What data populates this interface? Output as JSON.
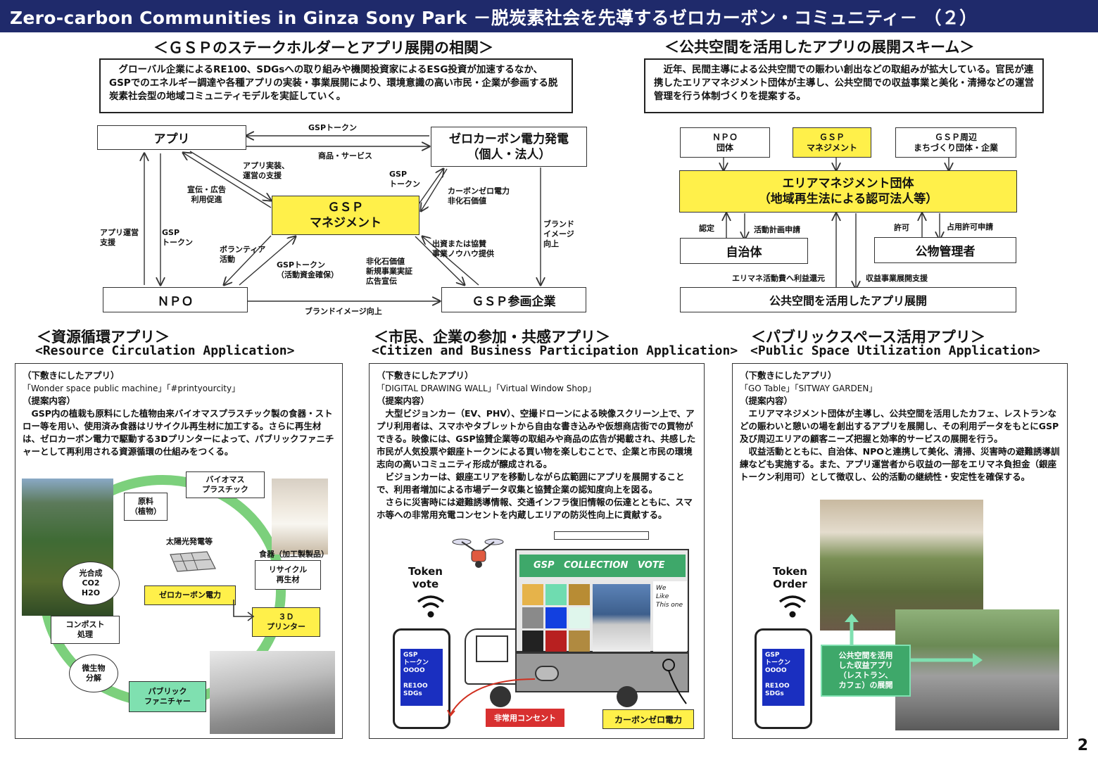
{
  "header": {
    "title": "Zero-carbon Communities in Ginza Sony  Park －脱炭素社会を先導するゼロカーボン・コミュニティ－ （２）"
  },
  "page_number": "2",
  "stakeholder": {
    "title": "＜ＧＳＰのステークホルダーとアプリ展開の相関＞",
    "desc": "グローバル企業によるRE100、SDGsへの取り組みや機関投資家によるESG投資が加速するなか、GSPでのエネルギー調達や各種アプリの実装・事業展開により、環境意識の高い市民・企業が参画する脱炭素社会型の地域コミュニティモデルを実証していく。",
    "nodes": {
      "app": "アプリ",
      "zero": "ゼロカーボン電力発電\n（個人・法人）",
      "gsp": "ＧＳＰ\nマネジメント",
      "npo": "ＮＰＯ",
      "corp": "ＧＳＰ参画企業"
    },
    "labels": {
      "gsp_token_top": "GSPトークン",
      "goods": "商品・サービス",
      "app_impl": "アプリ実装、\n運営の支援",
      "promo": "宣伝・広告\n利用促進",
      "gsp_token_mid": "GSP\nトークン",
      "carbon_zero": "カーボンゼロ電力\n非化石価値",
      "brand_up_r": "ブランド\nイメージ\n向上",
      "app_ops": "アプリ運営\n支援",
      "gsp_token_left": "GSP\nトークン",
      "volunteer": "ボランティア\n活動",
      "gsp_token_fund": "GSPトークン\n（活動資金確保）",
      "nonfossil": "非化石価値\n新規事業実証\n広告宣伝",
      "invest": "出資または協賛\n事業ノウハウ提供",
      "brand_up_b": "ブランドイメージ向上"
    }
  },
  "scheme": {
    "title": "＜公共空間を活用したアプリの展開スキーム＞",
    "desc": "近年、民間主導による公共空間での賑わい創出などの取組みが拡大している。官民が連携したエリアマネジメント団体が主導し、公共空間での収益事業と美化・清掃などの運営管理を行う体制づくりを提案する。",
    "top_boxes": [
      "ＮＰＯ\n団体",
      "ＧＳＰ\nマネジメント",
      "ＧＳＰ周辺\nまちづくり団体・企業"
    ],
    "area": "エリアマネジメント団体\n（地域再生法による認可法人等）",
    "jichitai": "自治体",
    "kobutsu": "公物管理者",
    "bottom": "公共空間を活用したアプリ展開",
    "labels": {
      "nintei": "認定",
      "katsudo": "活動計画申請",
      "kyoka": "許可",
      "senyo": "占用許可申請",
      "kangen": "エリマネ活動費へ利益還元",
      "shien": "収益事業展開支援"
    }
  },
  "resource": {
    "title": "＜資源循環アプリ＞",
    "subtitle": "<Resource Circulation Application>",
    "h1": "（下敷きにしたアプリ）",
    "apps": "「Wonder space public machine」「#printyourcity」",
    "h2": "（提案内容）",
    "body": "GSP内の植栽も原料にした植物由来バイオマスプラスチック製の食器・ストロー等を用い、使用済み食器はリサイクル再生材に加工する。さらに再生材は、ゼロカーボン電力で駆動する3Dプリンターによって、パブリックファニチャーとして再利用される資源循環の仕組みをつくる。",
    "cycle": {
      "biomass": "バイオマス\nプラスチック",
      "genryo": "原料\n（植物）",
      "solar": "太陽光発電等",
      "shokki": "食器（加工製製品）",
      "recycle": "リサイクル\n再生材",
      "kogosei": "光合成\nCO2\nH2O",
      "zero": "ゼロカーボン電力",
      "printer": "３Ｄ\nプリンター",
      "compost": "コンポスト\n処理",
      "bisei": "微生物\n分解",
      "furniture": "パブリック\nファニチャー"
    }
  },
  "citizen": {
    "title": "＜市民、企業の参加・共感アプリ＞",
    "subtitle": "<Citizen and Business Participation Application>",
    "h1": "（下敷きにしたアプリ）",
    "apps": "「DIGITAL DRAWING WALL」「Virtual Window Shop」",
    "h2": "（提案内容）",
    "p1": "大型ビジョンカー（EV、PHV）、空撮ドローンによる映像スクリーン上で、アプリ利用者は、スマホやタブレットから自由な書き込みや仮想商店街での買物ができる。映像には、GSP協賛企業等の取組みや商品の広告が掲載され、共感した市民が人気投票や銀座トークンによる買い物を楽しむことで、企業と市民の環境志向の高いコミュニティ形成が醸成される。",
    "p2": "ビジョンカーは、銀座エリアを移動しながら広範囲にアプリを展開することで、利用者増加による市場データ収集と協賛企業の認知度向上を図る。",
    "p3": "さらに災害時には避難誘導情報、交通インフラ復旧情報の伝達とともに、スマホ等への非常用充電コンセントを内蔵しエリアの防災性向上に貢献する。",
    "token": "Token\nvote",
    "screen": "GSP   COLLECTION   VOTE",
    "handwrite": "We\nLike\nThis one",
    "phone_text": "GSP\nトークン\nOOOO\n\nRE1OO\nSDGs",
    "outlet": "非常用コンセント",
    "carbon": "カーボンゼロ電力"
  },
  "public": {
    "title": "＜パブリックスペース活用アプリ＞",
    "subtitle": "<Public Space Utilization Application>",
    "h1": "（下敷きにしたアプリ）",
    "apps": "「GO Table」「SITWAY GARDEN」",
    "h2": "（提案内容）",
    "p1": "エリアマネジメント団体が主導し、公共空間を活用したカフェ、レストランなどの賑わいと憩いの場を創出するアプリを展開し、その利用データをもとにGSP及び周辺エリアの顧客ニーズ把握と効率的サービスの展開を行う。",
    "p2": "収益活動とともに、自治体、NPOと連携して美化、清掃、災害時の避難誘導訓練なども実施する。また、アプリ運営者から収益の一部をエリマネ負担金（銀座トークン利用可）として徴収し、公的活動の継続性・安定性を確保する。",
    "token": "Token\nOrder",
    "phone_text": "GSP\nトークン\nOOOO\n\nRE1OO\nSDGs",
    "green_box": "公共空間を活用\nした収益アプリ\n（レストラン、\nカフェ）の展開"
  },
  "colors": {
    "header_bg": "#1f2a6b",
    "yellow": "#fff04a",
    "green_arrow": "#7fe0b0",
    "cycle_green": "#7cd07c"
  }
}
